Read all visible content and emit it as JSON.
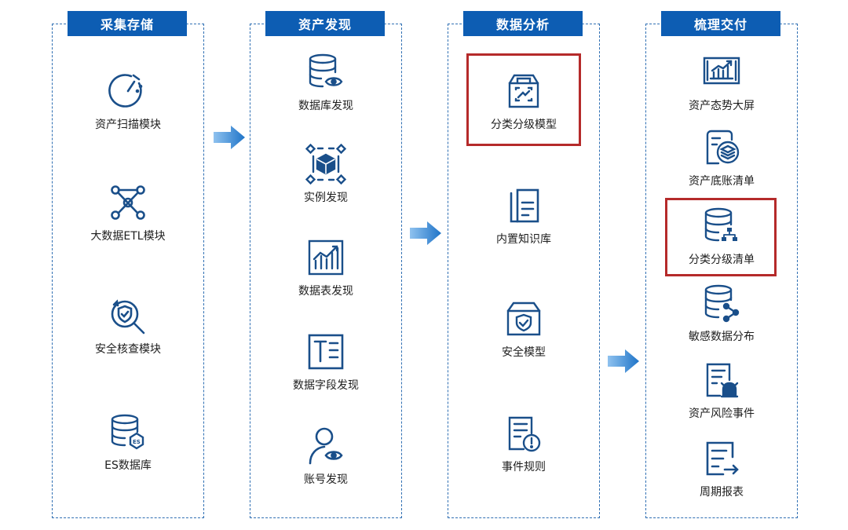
{
  "colors": {
    "accent": "#0d5db3",
    "highlight": "#b52a2a",
    "icon": "#1a4f8a"
  },
  "columns": [
    {
      "title": "采集存储",
      "items": [
        {
          "label": "资产扫描模块",
          "icon": "scan-dial-icon"
        },
        {
          "label": "大数据ETL模块",
          "icon": "network-nodes-icon"
        },
        {
          "label": "安全核查模块",
          "icon": "shield-search-icon"
        },
        {
          "label": "ES数据库",
          "icon": "es-database-icon"
        }
      ]
    },
    {
      "title": "资产发现",
      "items": [
        {
          "label": "数据库发现",
          "icon": "database-eye-icon"
        },
        {
          "label": "实例发现",
          "icon": "cube-nodes-icon"
        },
        {
          "label": "数据表发现",
          "icon": "bar-chart-table-icon"
        },
        {
          "label": "数据字段发现",
          "icon": "text-field-icon"
        },
        {
          "label": "账号发现",
          "icon": "user-eye-icon"
        }
      ]
    },
    {
      "title": "数据分析",
      "items": [
        {
          "label": "分类分级模型",
          "icon": "box-model-icon"
        },
        {
          "label": "内置知识库",
          "icon": "knowledge-book-icon"
        },
        {
          "label": "安全模型",
          "icon": "box-shield-icon"
        },
        {
          "label": "事件规则",
          "icon": "document-alert-icon"
        }
      ]
    },
    {
      "title": "梳理交付",
      "items": [
        {
          "label": "资产态势大屏",
          "icon": "dashboard-screen-icon"
        },
        {
          "label": "资产底账清单",
          "icon": "ledger-layers-icon"
        },
        {
          "label": "分类分级清单",
          "icon": "database-hierarchy-icon"
        },
        {
          "label": "敏感数据分布",
          "icon": "database-share-icon"
        },
        {
          "label": "资产风险事件",
          "icon": "document-alarm-icon"
        },
        {
          "label": "周期报表",
          "icon": "report-arrow-icon"
        }
      ]
    }
  ]
}
